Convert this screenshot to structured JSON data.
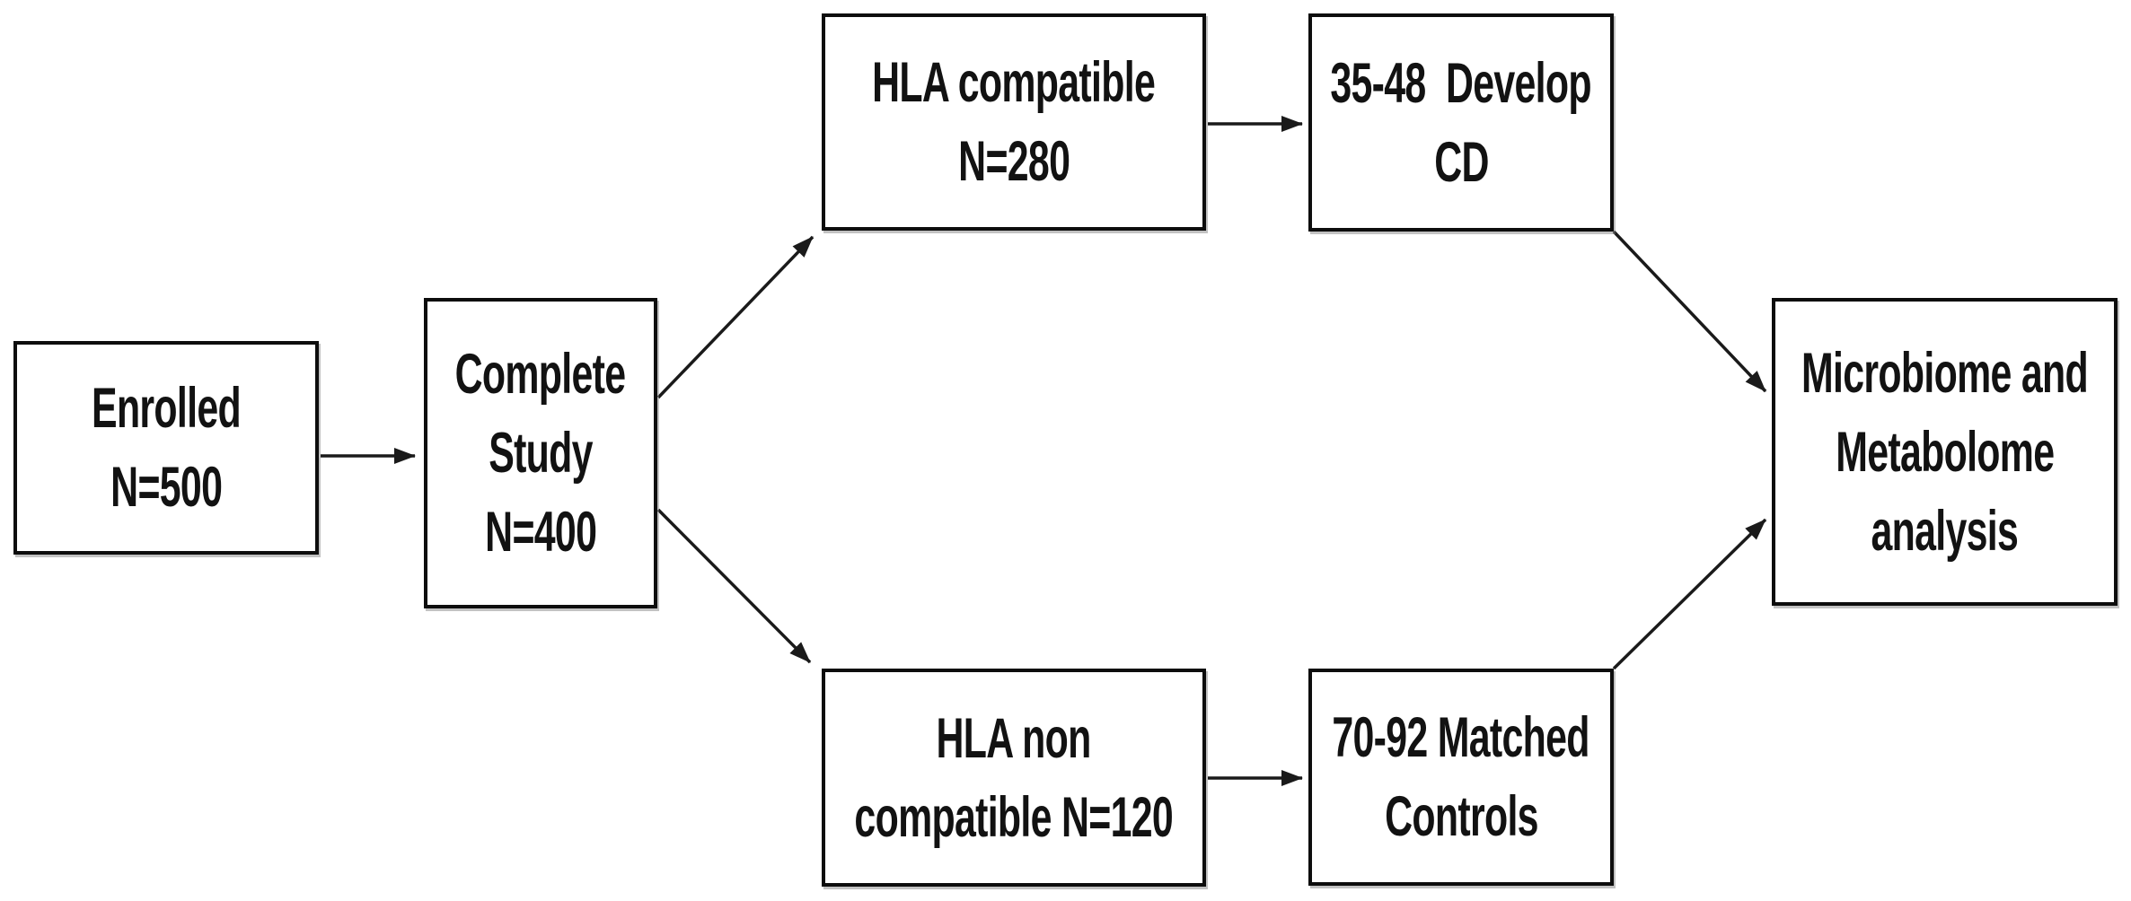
{
  "figure": {
    "type": "flowchart",
    "background_color": "#ffffff",
    "box_fill_color": "#ffffff",
    "box_border_color": "#0d0d0d",
    "text_color": "#121212",
    "arrow_color": "#1a1a1a"
  },
  "diagram": {
    "nodes": {
      "enrolled": {
        "lines": [
          "Enrolled",
          "N=500"
        ]
      },
      "complete_study": {
        "lines": [
          "Complete",
          "Study",
          "N=400"
        ]
      },
      "hla_compatible": {
        "lines": [
          "HLA compatible",
          "N=280"
        ]
      },
      "develop_cd": {
        "lines": [
          "35-48  Develop",
          "CD"
        ]
      },
      "hla_non_compatible": {
        "lines": [
          "HLA non",
          "compatible N=120"
        ]
      },
      "matched_controls": {
        "lines": [
          "70-92 Matched",
          "Controls"
        ]
      },
      "analysis": {
        "lines": [
          "Microbiome and",
          "Metabolome",
          "analysis"
        ]
      }
    },
    "edges": [
      {
        "from": "enrolled",
        "to": "complete_study"
      },
      {
        "from": "complete_study",
        "to": "hla_compatible"
      },
      {
        "from": "complete_study",
        "to": "hla_non_compatible"
      },
      {
        "from": "hla_compatible",
        "to": "develop_cd"
      },
      {
        "from": "hla_non_compatible",
        "to": "matched_controls"
      },
      {
        "from": "develop_cd",
        "to": "analysis"
      },
      {
        "from": "matched_controls",
        "to": "analysis"
      }
    ]
  }
}
